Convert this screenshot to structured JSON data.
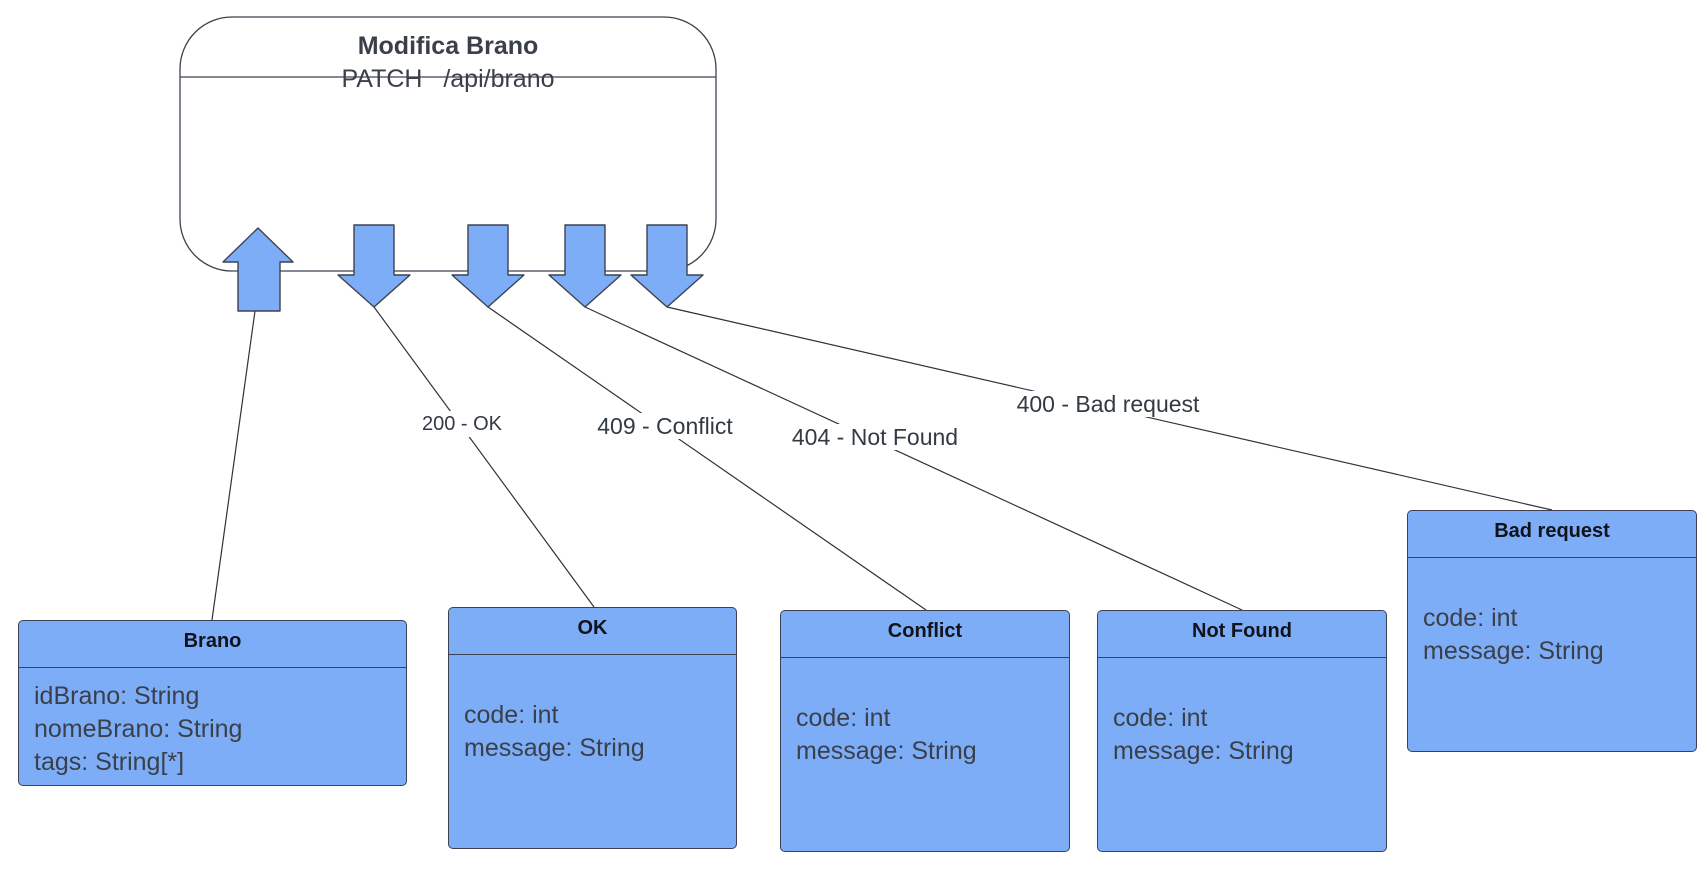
{
  "endpoint": {
    "title": "Modifica Brano",
    "method": "PATCH",
    "path": "/api/brano"
  },
  "flows": [
    {
      "id": "request",
      "direction": "in",
      "label": "",
      "target": "brano"
    },
    {
      "id": "ok",
      "direction": "out",
      "label": "200 - OK",
      "target": "ok"
    },
    {
      "id": "conflict",
      "direction": "out",
      "label": "409 - Conflict",
      "target": "conflict"
    },
    {
      "id": "not-found",
      "direction": "out",
      "label": "404 - Not Found",
      "target": "not_found"
    },
    {
      "id": "bad-request",
      "direction": "out",
      "label": "400 - Bad request",
      "target": "bad_request"
    }
  ],
  "classes": {
    "brano": {
      "title": "Brano",
      "attributes": [
        "idBrano: String",
        "nomeBrano: String",
        "tags: String[*]"
      ]
    },
    "ok": {
      "title": "OK",
      "attributes": [
        "code: int",
        "message: String"
      ]
    },
    "conflict": {
      "title": "Conflict",
      "attributes": [
        "code: int",
        "message: String"
      ]
    },
    "not_found": {
      "title": "Not Found",
      "attributes": [
        "code: int",
        "message: String"
      ]
    },
    "bad_request": {
      "title": "Bad request",
      "attributes": [
        "code: int",
        "message: String"
      ]
    }
  },
  "colors": {
    "box_fill": "#7eadf7",
    "stroke": "#3d4250",
    "text": "#3a3f4a"
  }
}
